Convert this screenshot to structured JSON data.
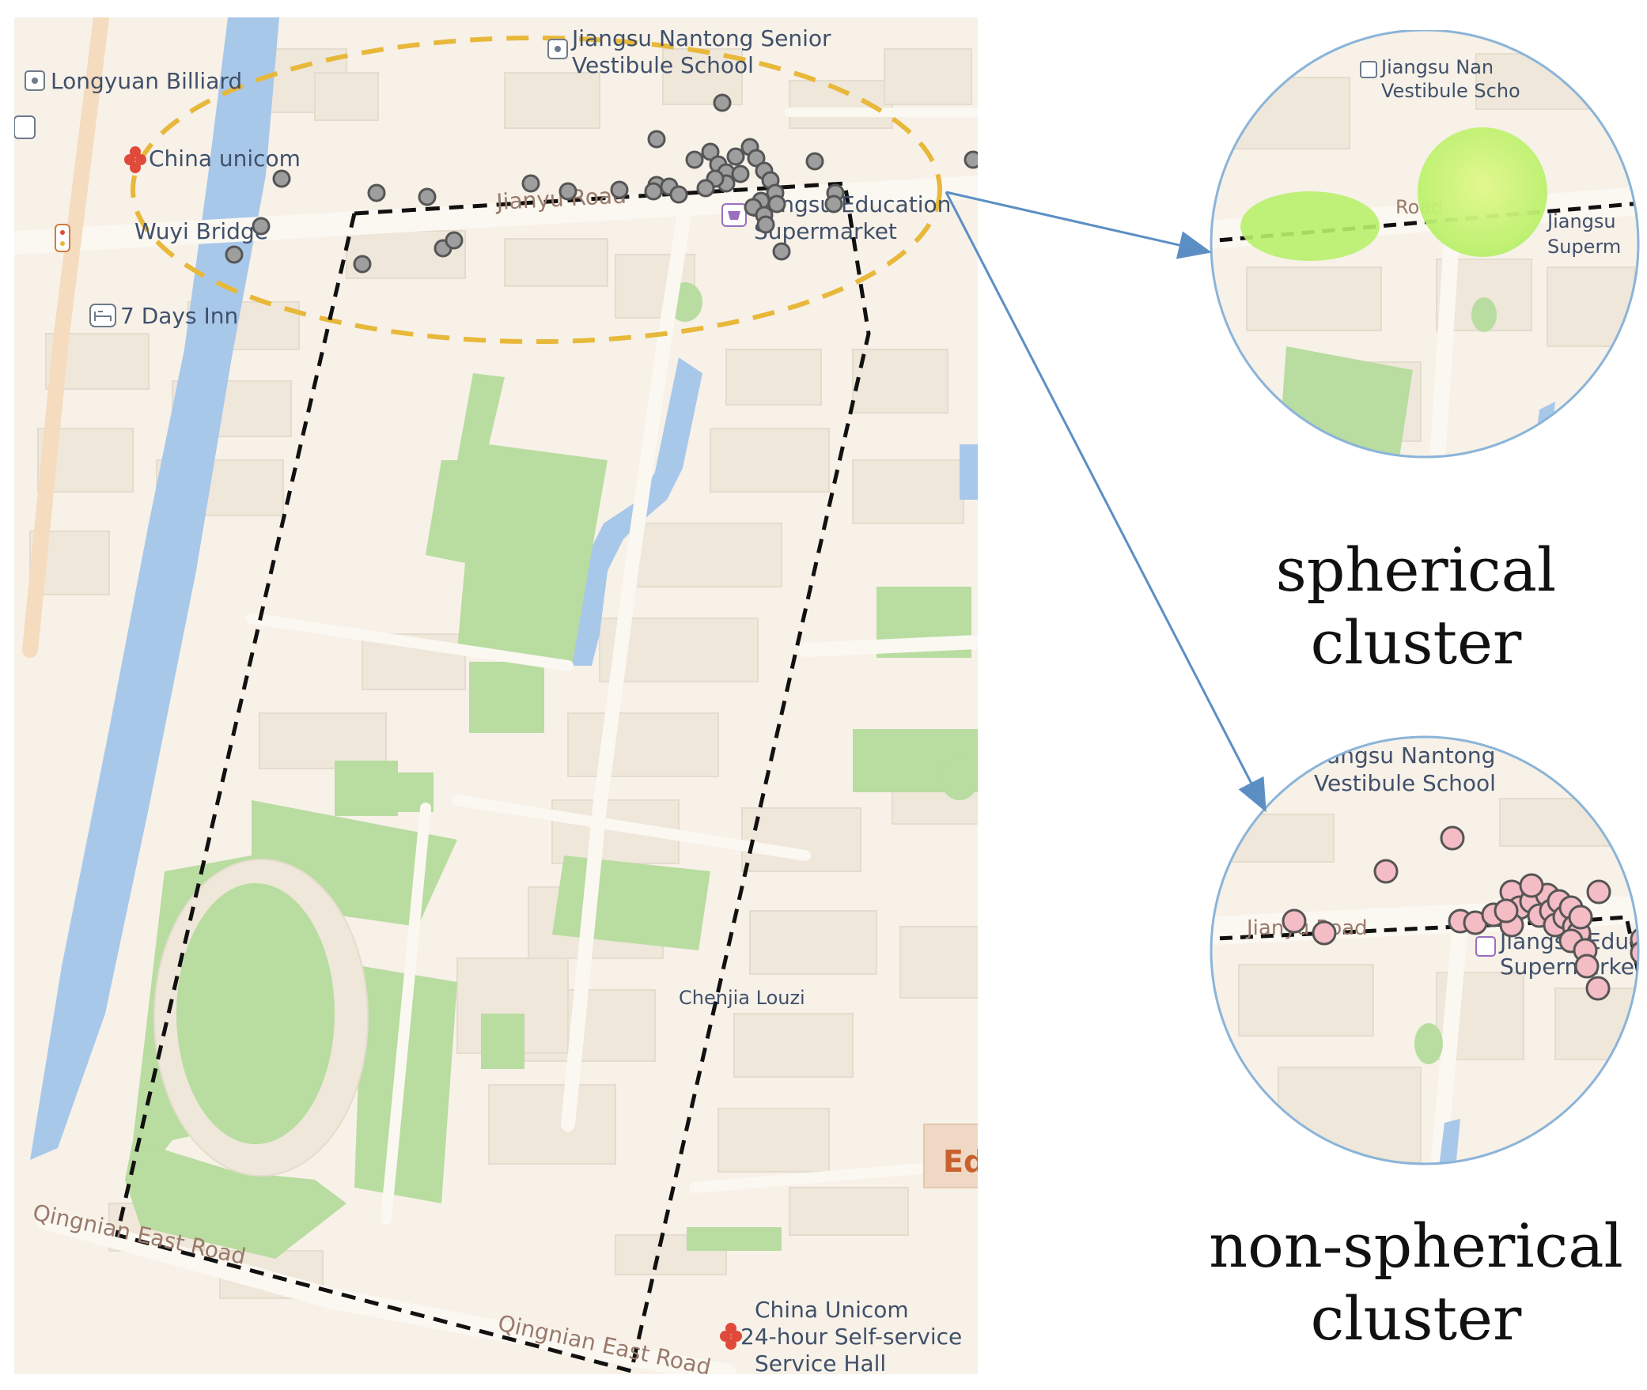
{
  "map": {
    "labels": {
      "longyuan_billiard": "Longyuan Billiard",
      "jiangsu_nantong_line1": "Jiangsu Nantong Senior",
      "jiangsu_nantong_line2": "Vestibule School",
      "china_unicom_top": "China unicom",
      "jianyu_road": "Jianyu Road",
      "education_line1": "Jiangsu Education",
      "education_line2": "Supermarket",
      "wuyi_bridge": "Wuyi Bridge",
      "days_inn": "7 Days Inn",
      "chenjia_louzi": "Chenjia Louzi",
      "ed_fragment": "Ed",
      "qingnian_east_road_left": "Qingnian East Road",
      "qingnian_east_road_bottom": "Qingnian East Road",
      "unicom_hall_line1": "China Unicom",
      "unicom_hall_line2": "24-hour Self-service",
      "unicom_hall_line3": "Service Hall"
    },
    "colors": {
      "background": "#f7f1e8",
      "building": "#efe7da",
      "green": "#b9dca0",
      "water": "#a8c8ea",
      "road": "#fbf8f2",
      "ellipse": "#e8b83a",
      "boundary": "#111111",
      "point": "#9e9e9e"
    }
  },
  "zoom_spherical": {
    "labels": {
      "school_line1": "Jiangsu Nan",
      "school_line2": "Vestibule Scho",
      "road": "Road",
      "super_line1": "Jiangsu",
      "super_line2": "Superm"
    },
    "colors": {
      "blob": "#b8f06a",
      "blob_core": "#d4f77a"
    }
  },
  "zoom_nonspherical": {
    "labels": {
      "school_line1": "Jiangsu Nantong",
      "school_line2": "Vestibule School",
      "road": "Jianyu Road",
      "super_line1": "Jiangsu Edu",
      "super_line2": "Supermarket"
    },
    "colors": {
      "point": "#f4bcc4",
      "stroke": "#555555"
    }
  },
  "captions": {
    "spherical_line1": "spherical",
    "spherical_line2": "cluster",
    "nonspherical_line1": "non-spherical",
    "nonspherical_line2": "cluster"
  },
  "arrow_color": "#5b8fc4"
}
